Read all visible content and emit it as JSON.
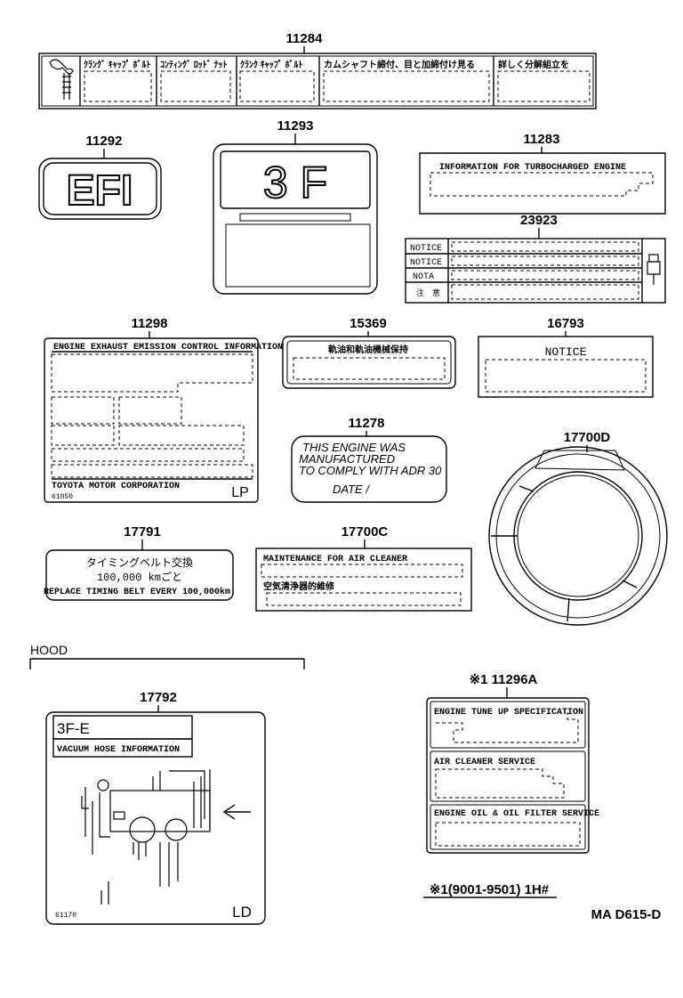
{
  "parts": {
    "p11284": "11284",
    "p11293": "11293",
    "p11292": "11292",
    "p11283": "11283",
    "p23923": "23923",
    "p11298": "11298",
    "p15369": "15369",
    "p16793": "16793",
    "p11278": "11278",
    "p17700D": "17700D",
    "p17791": "17791",
    "p17700C": "17700C",
    "p17792": "17792",
    "p11296A": "※1 11296A"
  },
  "labels": {
    "l11284": [
      "ｸﾗﾝｸﾞ ｷｬｯﾌﾟ ﾎﾞﾙﾄ",
      "ｺﾝﾃｨﾝｸﾞ ﾛｯﾄﾞ ﾅｯﾄ",
      "ｸﾗﾝｸ ｷｬｯﾌﾟ ﾎﾞﾙﾄ",
      "カムシャフト締付、目と加締付け見る",
      "詳しく分解組立を"
    ],
    "efi": "EFI",
    "badge_3f": "3  F",
    "turbo": "INFORMATION FOR TURBOCHARGED  ENGINE",
    "notice_rows": [
      "NOTICE",
      "NOTICE",
      "NOTA",
      "注　意"
    ],
    "emission_title": "ENGINE EXHAUST EMISSION CONTROL INFORMATION",
    "emission_footer": "TOYOTA MOTOR CORPORATION",
    "emission_code": "61050",
    "emission_lp": "LP",
    "oil_title": "軌油和軌油機械保持",
    "notice_16793": "NOTICE",
    "adr_lines": [
      "THIS ENGINE WAS",
      "MANUFACTURED",
      "TO COMPLY WITH ADR 30",
      "DATE   /"
    ],
    "timing_lines": [
      "タイミングベルト交換",
      "100,000  kmごと",
      "REPLACE TIMING BELT EVERY 100,000km."
    ],
    "air_title": "MAINTENANCE FOR AIR CLEANER",
    "air_jp": "空気清浄器的維修",
    "hood": "HOOD",
    "vac_title": "3F-E",
    "vac_sub": "VACUUM HOSE INFORMATION",
    "vac_code": "61170",
    "vac_ld": "LD",
    "spec_sections": [
      "ENGINE TUNE UP SPECIFICATION",
      "AIR CLEANER SERVICE",
      "ENGINE OIL & OIL FILTER SERVICE"
    ],
    "footnote": "※1(9001-9501) 1H#",
    "code": "MA  D615-D"
  }
}
